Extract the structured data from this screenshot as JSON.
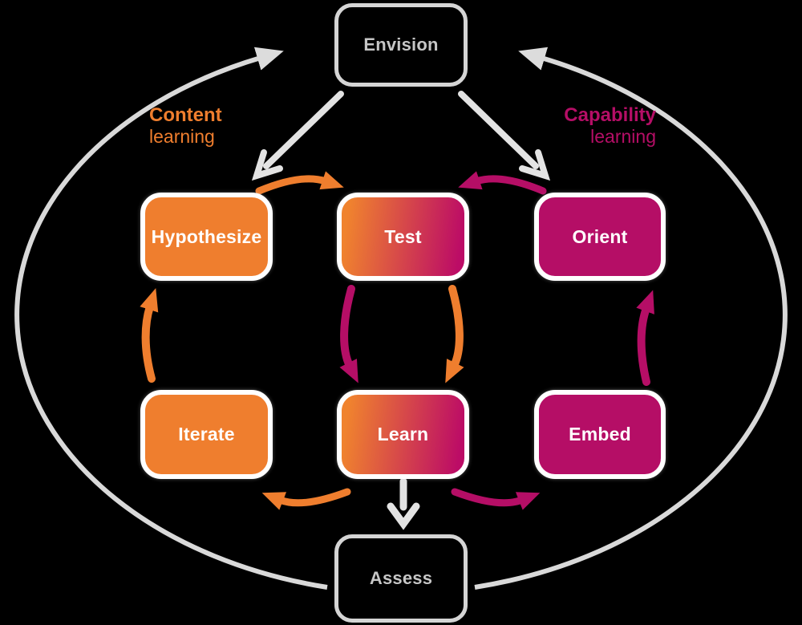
{
  "colors": {
    "background": "#000000",
    "orange": "#EF7E2E",
    "magenta": "#B50E66",
    "gray_outline": "#D8D8D8",
    "gradient_start": "#F0832E",
    "gradient_end": "#BC0C66",
    "node_text": "#FFFFFF",
    "ghost_text": "#C6C6C6"
  },
  "nodes": {
    "envision": {
      "label": "Envision"
    },
    "hypothesize": {
      "label": "Hypothesize"
    },
    "test": {
      "label": "Test"
    },
    "orient": {
      "label": "Orient"
    },
    "iterate": {
      "label": "Iterate"
    },
    "learn": {
      "label": "Learn"
    },
    "embed": {
      "label": "Embed"
    },
    "assess": {
      "label": "Assess"
    }
  },
  "annotations": {
    "content_learning": {
      "line1": "Content",
      "line2": "learning"
    },
    "capability_learning": {
      "line1": "Capability",
      "line2": "learning"
    }
  },
  "arrows": [
    {
      "from": "envision",
      "to": "hypothesize-test",
      "color": "gray"
    },
    {
      "from": "envision",
      "to": "test-orient",
      "color": "gray"
    },
    {
      "from": "hypothesize",
      "to": "test",
      "color": "orange"
    },
    {
      "from": "orient",
      "to": "test",
      "color": "magenta"
    },
    {
      "from": "test",
      "to": "learn",
      "color": "magenta",
      "side": "left"
    },
    {
      "from": "test",
      "to": "learn",
      "color": "orange",
      "side": "right"
    },
    {
      "from": "iterate",
      "to": "hypothesize",
      "color": "orange"
    },
    {
      "from": "embed",
      "to": "orient",
      "color": "magenta"
    },
    {
      "from": "learn",
      "to": "iterate",
      "color": "orange"
    },
    {
      "from": "learn",
      "to": "embed",
      "color": "magenta"
    },
    {
      "from": "learn",
      "to": "assess",
      "color": "gray"
    },
    {
      "from": "assess",
      "to": "envision",
      "color": "gray",
      "side": "outer-left"
    },
    {
      "from": "assess",
      "to": "envision",
      "color": "gray",
      "side": "outer-right"
    }
  ]
}
